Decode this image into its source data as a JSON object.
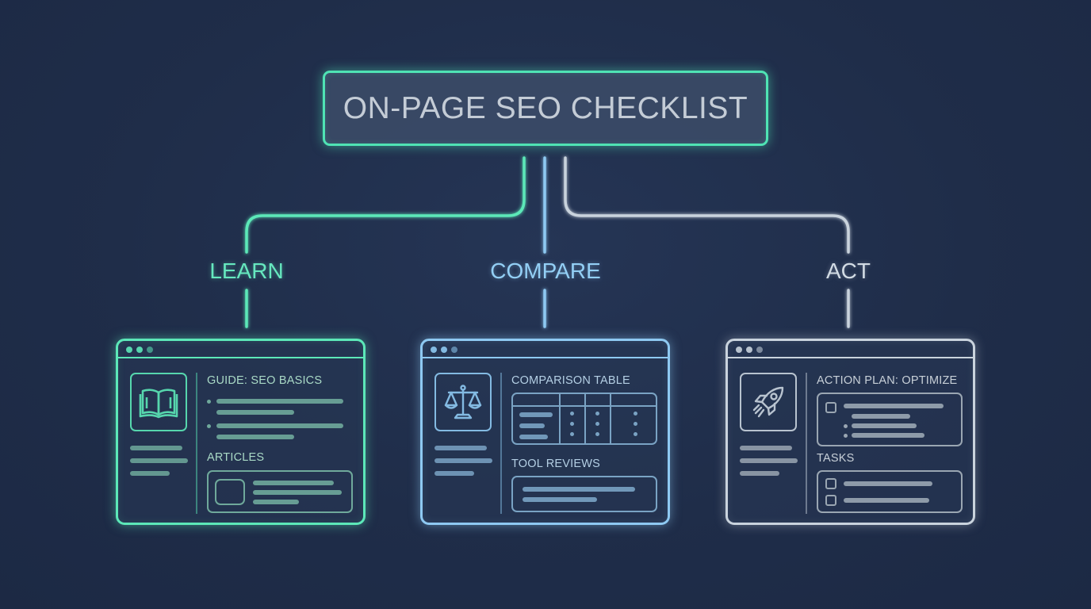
{
  "title": "ON-PAGE SEO CHECKLIST",
  "colors": {
    "background": "#1f2d49",
    "learn": "#5ce8b8",
    "compare": "#8ec9f2",
    "act": "#c9d3dd"
  },
  "branches": [
    {
      "label": "LEARN",
      "icon": "open-book-icon",
      "section1": "GUIDE: SEO BASICS",
      "section2": "ARTICLES"
    },
    {
      "label": "COMPARE",
      "icon": "balance-scale-icon",
      "section1": "COMPARISON TABLE",
      "section2": "TOOL REVIEWS"
    },
    {
      "label": "ACT",
      "icon": "rocket-icon",
      "section1": "ACTION PLAN: OPTIMIZE",
      "section2": "TASKS"
    }
  ]
}
